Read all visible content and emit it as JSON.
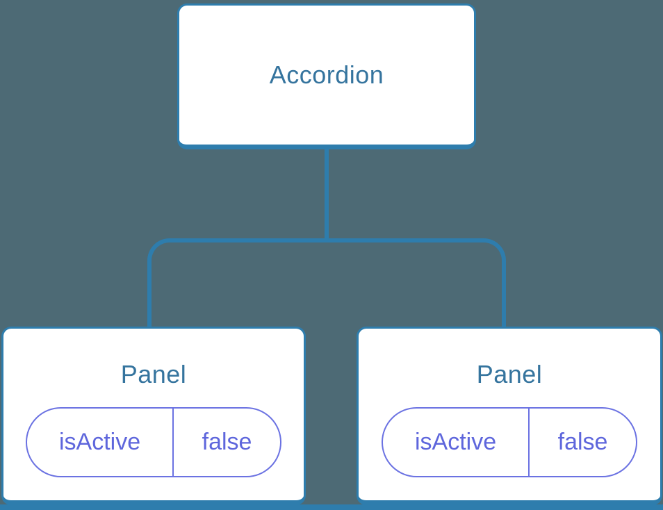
{
  "colors": {
    "bg": "#4d6a75",
    "line": "#2e7dad",
    "node_bg": "#ffffff",
    "title": "#35749e",
    "pill": "#6b72e2",
    "pill_text": "#5e66dc"
  },
  "tree": {
    "root": {
      "label": "Accordion"
    },
    "children": [
      {
        "label": "Panel",
        "prop_name": "isActive",
        "prop_value": "false"
      },
      {
        "label": "Panel",
        "prop_name": "isActive",
        "prop_value": "false"
      }
    ]
  }
}
